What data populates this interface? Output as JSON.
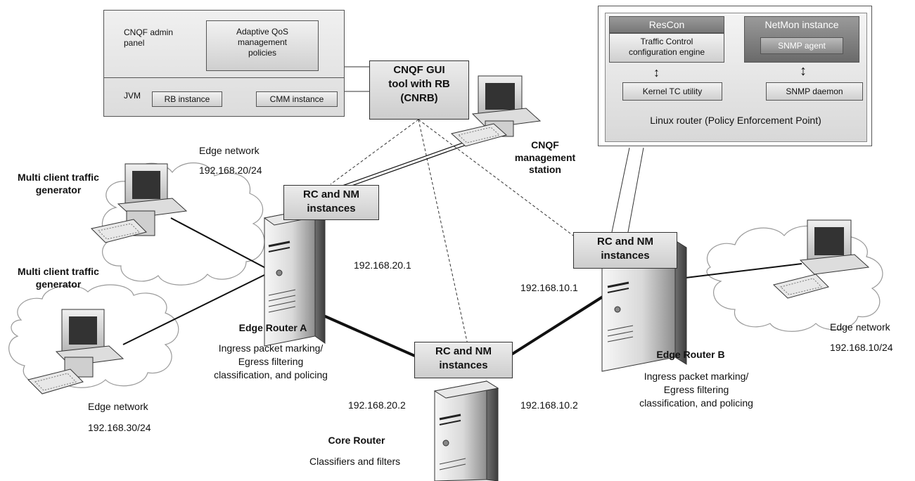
{
  "cnqf_panel": {
    "admin_panel_label": "CNQF admin\npanel",
    "qos_policies": "Adaptive QoS\nmanagement\npolicies",
    "jvm_label": "JVM",
    "rb_instance": "RB instance",
    "cmm_instance": "CMM instance"
  },
  "gui_tool": "CNQF GUI\ntool with RB\n(CNRB)",
  "management_station": "CNQF\nmanagement\nstation",
  "linux_router": {
    "rescon": "ResCon",
    "netmon": "NetMon instance",
    "tc_engine": "Traffic Control\nconfiguration engine",
    "snmp_agent": "SNMP agent",
    "kernel_tc": "Kernel TC utility",
    "snmp_daemon": "SNMP daemon",
    "caption": "Linux router (Policy Enforcement Point)"
  },
  "rc_nm_label": "RC and NM\ninstances",
  "edge_router_a": {
    "name": "Edge Router A",
    "desc": "Ingress packet marking/\nEgress filtering\nclassification, and policing",
    "ip": "192.168.20.1"
  },
  "edge_router_b": {
    "name": "Edge Router B",
    "desc": "Ingress packet marking/\nEgress filtering\nclassification, and policing",
    "ip": "192.168.10.1"
  },
  "core_router": {
    "name": "Core Router",
    "desc": "Classifiers and filters",
    "ip_left": "192.168.20.2",
    "ip_right": "192.168.10.2"
  },
  "edge_net_20": {
    "label": "Edge network",
    "ip": "192.168.20/24"
  },
  "edge_net_30": {
    "label": "Edge network",
    "ip": "192.168.30/24"
  },
  "edge_net_10": {
    "label": "Edge network",
    "ip": "192.168.10/24"
  },
  "traffic_gen_1": "Multi client traffic\ngenerator",
  "traffic_gen_2": "Multi client traffic\ngenerator"
}
